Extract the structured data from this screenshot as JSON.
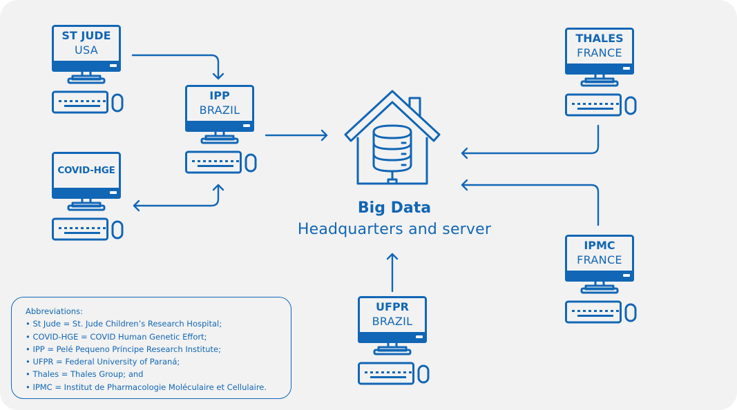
{
  "colors": {
    "accent": "#1166b5",
    "background": "#f2f2f2"
  },
  "hub": {
    "icon": "house-database-server-icon",
    "title": "Big Data",
    "subtitle": "Headquarters and server"
  },
  "nodes": {
    "st_jude": {
      "line1": "ST JUDE",
      "line2": "USA"
    },
    "ipp": {
      "line1": "IPP",
      "line2": "BRAZIL"
    },
    "covid_hge": {
      "line1": "COVID-HGE"
    },
    "thales": {
      "line1": "THALES",
      "line2": "FRANCE"
    },
    "ipmc": {
      "line1": "IPMC",
      "line2": "FRANCE"
    },
    "ufpr": {
      "line1": "UFPR",
      "line2": "BRAZIL"
    }
  },
  "abbreviations": {
    "heading": "Abbreviations:",
    "items": [
      "• St Jude = St. Jude Children’s Research Hospital;",
      "• COVID-HGE = COVID Human Genetic Effort;",
      "• IPP = Pelé Pequeno Príncipe Research Institute;",
      "• UFPR = Federal University of Paraná;",
      "• Thales = Thales Group; and",
      "• IPMC = Institut de Pharmacologie Moléculaire et Cellulaire."
    ]
  },
  "connections": [
    {
      "from": "ST JUDE",
      "to": "IPP",
      "direction": "one-way"
    },
    {
      "from": "IPP",
      "to": "COVID-HGE",
      "direction": "two-way"
    },
    {
      "from": "IPP",
      "to": "Big Data",
      "direction": "one-way"
    },
    {
      "from": "THALES",
      "to": "Big Data",
      "direction": "one-way"
    },
    {
      "from": "IPMC",
      "to": "Big Data",
      "direction": "one-way"
    },
    {
      "from": "UFPR",
      "to": "Big Data",
      "direction": "one-way"
    }
  ]
}
